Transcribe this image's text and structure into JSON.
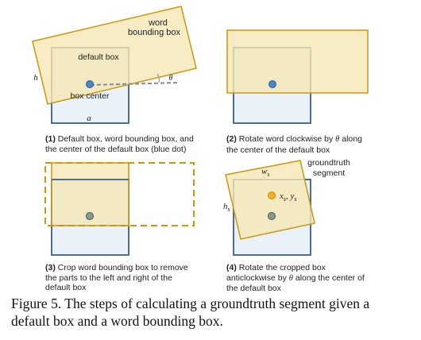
{
  "colors": {
    "default_box_stroke": "#4d6e92",
    "default_box_fill": "#eaf1f9",
    "word_box_stroke": "#c9980e",
    "word_box_fill": "#f5e7b4",
    "center_dot": "#4a86c8",
    "center_dot_gray": "#8e9a84",
    "segment_dot": "#f2b21b",
    "angle_line": "#8a8a8a",
    "caption_text": "#111111"
  },
  "panels": {
    "p1": {
      "labels": {
        "word_bbox_line1": "word",
        "word_bbox_line2": "bounding box",
        "default_box": "default box",
        "box_center": "box center",
        "h": "h",
        "a": "a",
        "theta": "θ"
      },
      "caption": {
        "num": "(1)",
        "line1": " Default box, word bounding box, and",
        "line2": "the center of the default box (blue dot)"
      }
    },
    "p2": {
      "caption": {
        "num": "(2)",
        "line1_a": " Rotate word clockwise by ",
        "line1_theta": "θ",
        "line1_b": " along",
        "line2": "the center of the default box"
      }
    },
    "p3": {
      "caption": {
        "num": "(3)",
        "line1": " Crop word bounding box to remove",
        "line2": "the parts to the left and right of the",
        "line3": "default box"
      }
    },
    "p4": {
      "labels": {
        "groundtruth_line1": "groundtruth",
        "groundtruth_line2": "segment",
        "ws": "w",
        "ws_sub": "s",
        "hs": "h",
        "hs_sub": "s",
        "xs": "x",
        "xs_sub": "s",
        "comma": ", ",
        "ys": "y",
        "ys_sub": "s"
      },
      "caption": {
        "num": "(4)",
        "line1": " Rotate the cropped box",
        "line2_a": "anticlockwise by ",
        "line2_theta": "θ",
        "line2_b": " along the center of",
        "line3": "the default box"
      }
    }
  },
  "figure_caption": {
    "line1": "Figure 5. The steps of calculating a groundtruth segment given a",
    "line2": "default box and a word bounding box."
  }
}
